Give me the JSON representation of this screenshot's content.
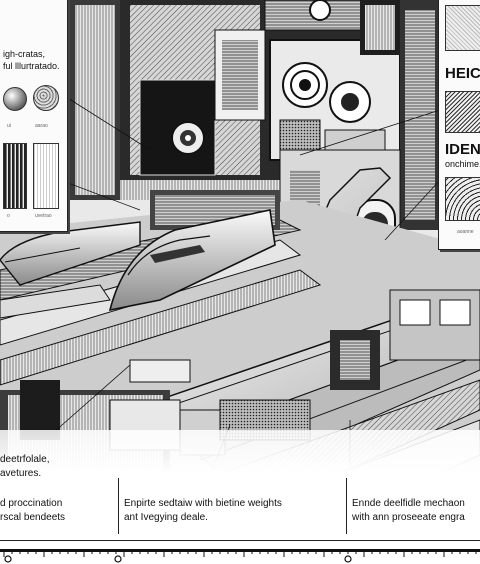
{
  "left_panel": {
    "heading_line1": "igh-cratas,",
    "heading_line2": "ful lllurtratado.",
    "swatch_labels": [
      "ui",
      "aarao",
      "o",
      "uvetrao"
    ]
  },
  "right_panel": {
    "title_top": "HEIC",
    "title_mid": "IDEN",
    "subtitle": "onchime...",
    "small_label": "aoanne"
  },
  "bottom_captions": {
    "left_top_line1": "deetrfolale,",
    "left_top_line2": "avetures.",
    "left_bottom_line1": "d proccination",
    "left_bottom_line2": "rscal bendeets",
    "middle_line1": "Enpirte sedtaiw with bietine weights",
    "middle_line2": "ant Ivegying deale.",
    "right_line1": "Ennde deelfidle mechaon",
    "right_line2": "with ann proseeate engra"
  },
  "colors": {
    "ink": "#111111",
    "paper": "#fbfbfb",
    "mid": "#777777"
  }
}
